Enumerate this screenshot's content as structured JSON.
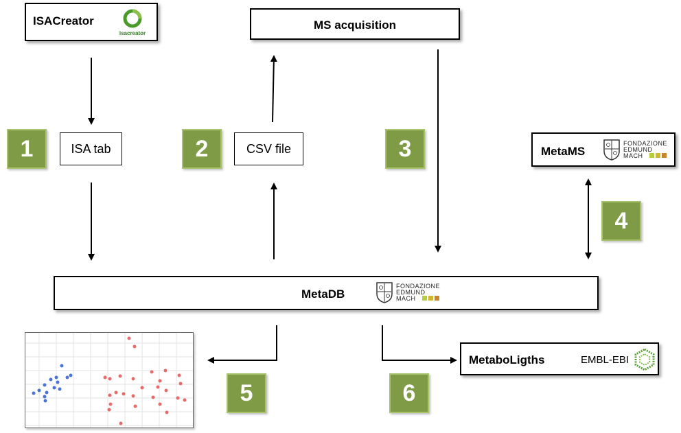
{
  "nodes": {
    "isacreator": {
      "label": "ISACreator",
      "logo_text": "isacreator"
    },
    "ms_acquisition": {
      "label": "MS acquisition"
    },
    "isa_tab": {
      "label": "ISA tab"
    },
    "csv_file": {
      "label": "CSV file"
    },
    "metams": {
      "label": "MetaMS"
    },
    "metadb": {
      "label": "MetaDB"
    },
    "metabolights": {
      "label": "MetaboLigths",
      "logo_text": "EMBL-EBI"
    }
  },
  "fem_logo": {
    "line1": "FONDAZIONE",
    "line2": "EDMUND",
    "line3": "MACH",
    "colors": [
      "#b7cc3a",
      "#d4b62a",
      "#c9852a"
    ]
  },
  "steps": [
    "1",
    "2",
    "3",
    "4",
    "5",
    "6"
  ],
  "colors": {
    "step_fill": "#7f9b45",
    "step_border": "#a9c36d",
    "isa_green": "#4a9a2a",
    "plot_blue": "#4a72d8",
    "plot_red": "#e86a6a"
  }
}
